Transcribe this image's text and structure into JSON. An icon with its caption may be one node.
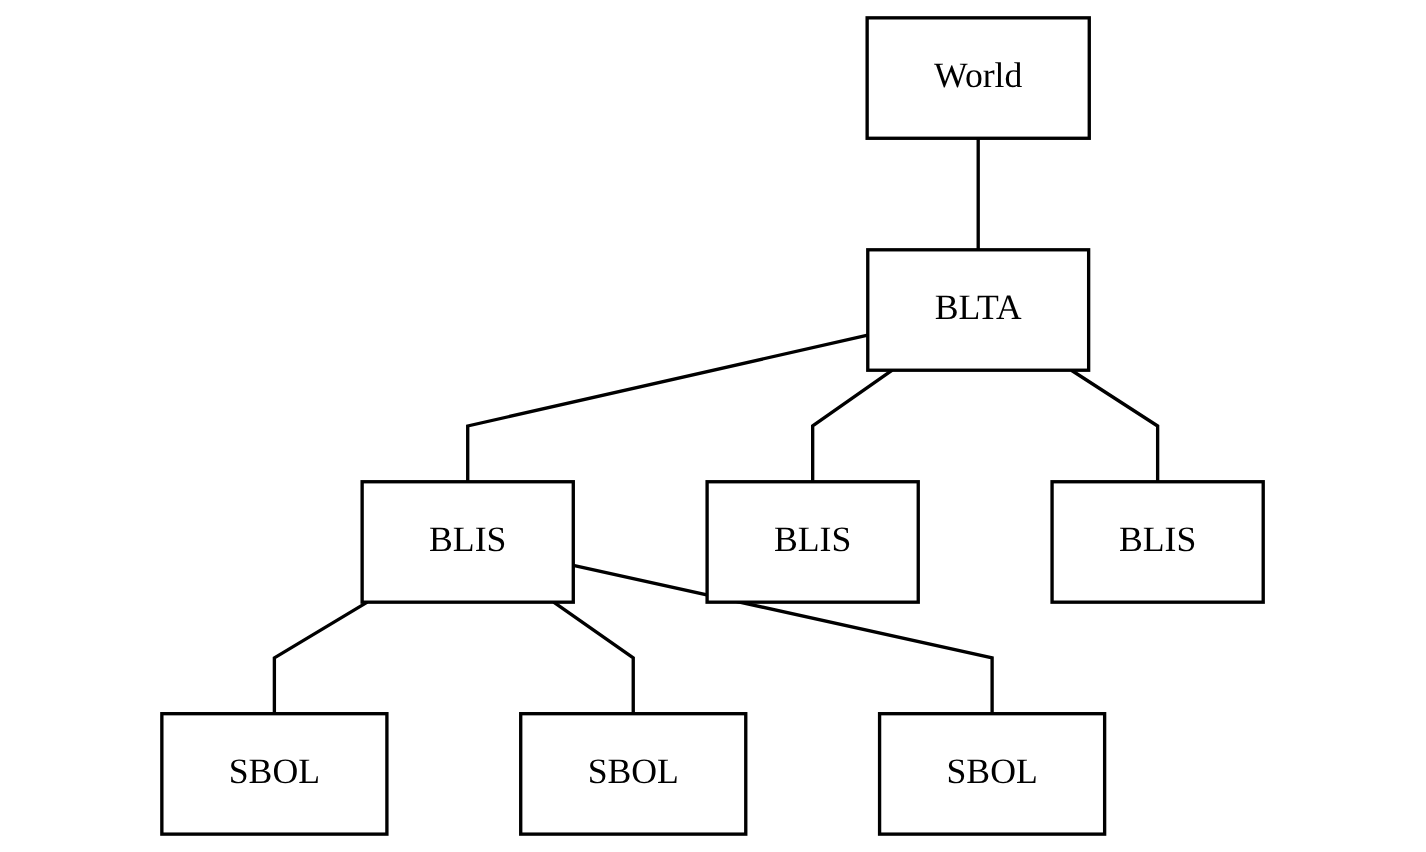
{
  "diagram": {
    "nodes": [
      {
        "text": [
          "World"
        ]
      },
      {
        "text": [
          "BLTA"
        ]
      },
      {
        "text": [
          "BLIS"
        ]
      },
      {
        "text": [
          "BLIS"
        ]
      },
      {
        "text": [
          "BLIS"
        ]
      },
      {
        "text": [
          "SBOL"
        ]
      },
      {
        "text": [
          "SBOL"
        ]
      },
      {
        "text": [
          "SBOL"
        ]
      }
    ],
    "edges": [
      {
        "from": 0,
        "to": 1,
        "arrow": "none"
      },
      {
        "from": 1,
        "to": 2,
        "arrow": "none"
      },
      {
        "from": 1,
        "to": 3,
        "arrow": "none"
      },
      {
        "from": 1,
        "to": 4,
        "arrow": "none"
      },
      {
        "from": 2,
        "to": 5,
        "arrow": "none"
      },
      {
        "from": 2,
        "to": 6,
        "arrow": "none"
      },
      {
        "from": 2,
        "to": 7,
        "arrow": "none"
      }
    ]
  }
}
